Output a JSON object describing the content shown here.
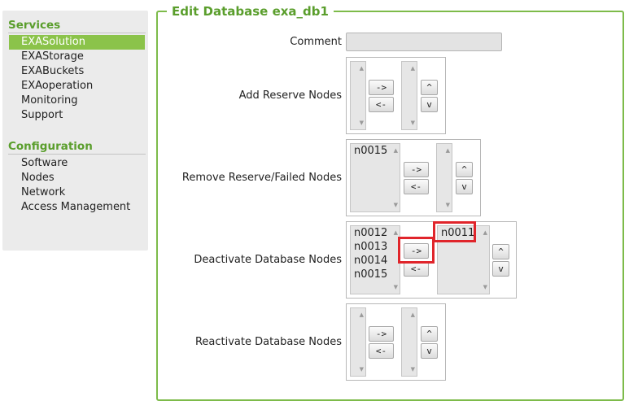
{
  "sidebar": {
    "services": {
      "heading": "Services",
      "items": [
        "EXASolution",
        "EXAStorage",
        "EXABuckets",
        "EXAoperation",
        "Monitoring",
        "Support"
      ],
      "active": "EXASolution"
    },
    "configuration": {
      "heading": "Configuration",
      "items": [
        "Software",
        "Nodes",
        "Network",
        "Access Management"
      ]
    }
  },
  "form": {
    "title": "Edit Database exa_db1",
    "comment": {
      "label": "Comment",
      "value": ""
    },
    "add_reserve": {
      "label": "Add Reserve Nodes",
      "available": [],
      "selected": [],
      "move_right": "->",
      "move_left": "<-",
      "up": "^",
      "down": "v"
    },
    "remove_reserve": {
      "label": "Remove Reserve/Failed Nodes",
      "available": [
        "n0015"
      ],
      "selected": [],
      "move_right": "->",
      "move_left": "<-",
      "up": "^",
      "down": "v"
    },
    "deactivate": {
      "label": "Deactivate Database Nodes",
      "available": [
        "n0012",
        "n0013",
        "n0014",
        "n0015"
      ],
      "selected": [
        "n0011"
      ],
      "move_right": "->",
      "move_left": "<-",
      "up": "^",
      "down": "v"
    },
    "reactivate": {
      "label": "Reactivate Database Nodes",
      "available": [],
      "selected": [],
      "move_right": "->",
      "move_left": "<-",
      "up": "^",
      "down": "v"
    }
  },
  "colors": {
    "accent": "#5a9e2c",
    "active_nav": "#8bc34a",
    "highlight": "#e0252b"
  }
}
